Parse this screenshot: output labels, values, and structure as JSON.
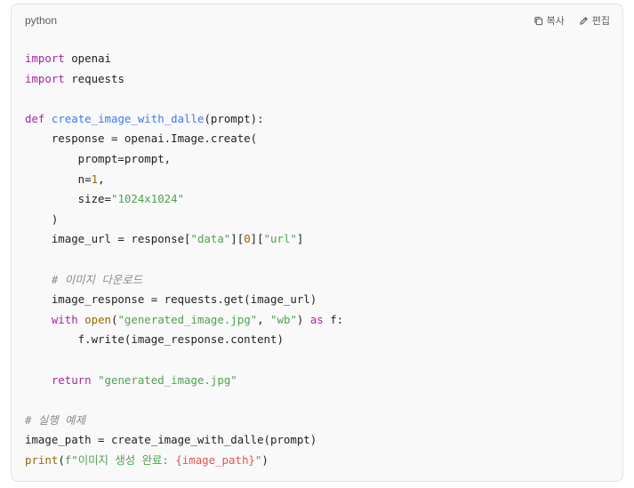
{
  "header": {
    "language": "python",
    "copy_label": "복사",
    "edit_label": "편집"
  },
  "code": {
    "lines": [
      "import openai",
      "import requests",
      "",
      "def create_image_with_dalle(prompt):",
      "    response = openai.Image.create(",
      "        prompt=prompt,",
      "        n=1,",
      "        size=\"1024x1024\"",
      "    )",
      "    image_url = response[\"data\"][0][\"url\"]",
      "",
      "    # 이미지 다운로드",
      "    image_response = requests.get(image_url)",
      "    with open(\"generated_image.jpg\", \"wb\") as f:",
      "        f.write(image_response.content)",
      "",
      "    return \"generated_image.jpg\"",
      "",
      "# 실행 예제",
      "image_path = create_image_with_dalle(prompt)",
      "print(f\"이미지 생성 완료: {image_path}\")"
    ]
  },
  "colors": {
    "keyword": "#a626a4",
    "function": "#4078f2",
    "string": "#50a14f",
    "number": "#986801",
    "comment": "#8b8b8b"
  },
  "icons": {
    "copy": "copy-icon",
    "edit": "pencil-icon"
  }
}
